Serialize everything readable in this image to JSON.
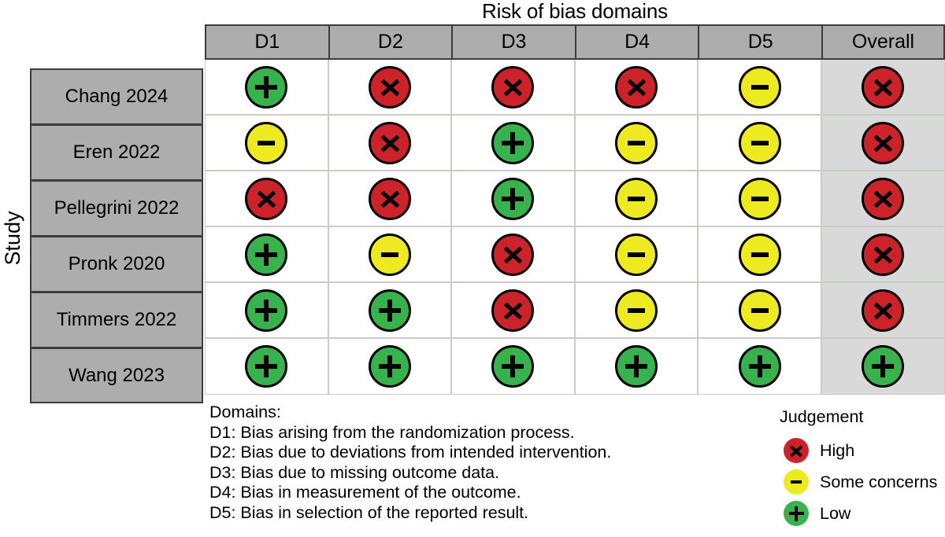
{
  "chart_data": {
    "type": "heatmap",
    "title": "Risk of bias domains",
    "ylabel": "Study",
    "xlabel": "",
    "columns": [
      "D1",
      "D2",
      "D3",
      "D4",
      "D5",
      "Overall"
    ],
    "categories": [
      "Chang 2024",
      "Eren 2022",
      "Pellegrini 2022",
      "Pronk 2020",
      "Timmers 2022",
      "Wang 2023"
    ],
    "legend_position": "bottom-right",
    "grid": true,
    "judgement_levels": [
      {
        "key": "high",
        "symbol": "X",
        "label": "High",
        "color": "#cc2229"
      },
      {
        "key": "some",
        "symbol": "-",
        "label": "Some concerns",
        "color": "#eeea22"
      },
      {
        "key": "low",
        "symbol": "+",
        "label": "Low",
        "color": "#37b24d"
      }
    ],
    "rows": [
      {
        "study": "Chang 2024",
        "values": [
          "low",
          "high",
          "high",
          "high",
          "some",
          "high"
        ]
      },
      {
        "study": "Eren 2022",
        "values": [
          "some",
          "high",
          "low",
          "some",
          "some",
          "high"
        ]
      },
      {
        "study": "Pellegrini 2022",
        "values": [
          "high",
          "high",
          "low",
          "some",
          "some",
          "high"
        ]
      },
      {
        "study": "Pronk 2020",
        "values": [
          "low",
          "some",
          "high",
          "some",
          "some",
          "high"
        ]
      },
      {
        "study": "Timmers 2022",
        "values": [
          "low",
          "low",
          "high",
          "some",
          "some",
          "high"
        ]
      },
      {
        "study": "Wang 2023",
        "values": [
          "low",
          "low",
          "low",
          "low",
          "low",
          "low"
        ]
      }
    ]
  },
  "header": {
    "title": "Risk of bias domains",
    "columns": [
      "D1",
      "D2",
      "D3",
      "D4",
      "D5",
      "Overall"
    ]
  },
  "axis": {
    "y_label": "Study"
  },
  "studies": [
    "Chang 2024",
    "Eren 2022",
    "Pellegrini 2022",
    "Pronk 2020",
    "Timmers 2022",
    "Wang 2023"
  ],
  "domains_note": {
    "heading": "Domains:",
    "lines": [
      "D1: Bias arising from the randomization process.",
      "D2: Bias due to deviations from intended intervention.",
      "D3: Bias due to missing outcome data.",
      "D4: Bias in measurement of the outcome.",
      "D5: Bias in selection of the reported result."
    ]
  },
  "legend": {
    "title": "Judgement",
    "items": [
      {
        "label": "High",
        "key": "high",
        "color": "#cc2229"
      },
      {
        "label": "Some concerns",
        "key": "some",
        "color": "#eeea22"
      },
      {
        "label": "Low",
        "key": "low",
        "color": "#37b24d"
      }
    ]
  }
}
